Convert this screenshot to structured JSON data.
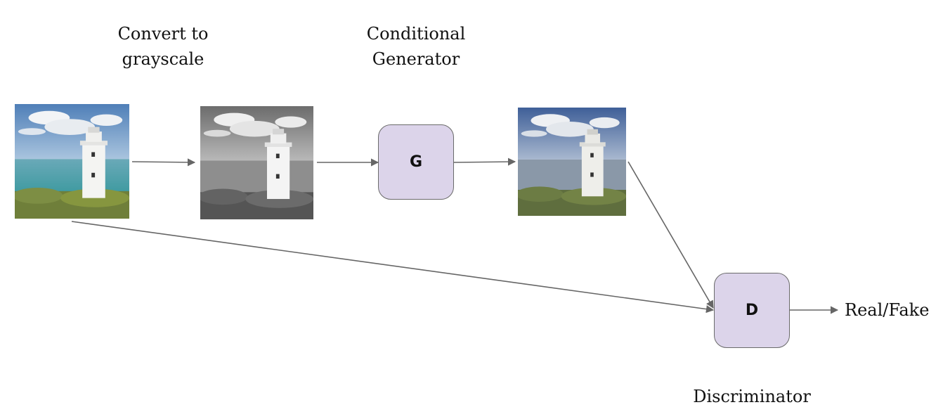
{
  "labels": {
    "grayscale_line1": "Convert to",
    "grayscale_line2": "grayscale",
    "generator_line1": "Conditional",
    "generator_line2": "Generator",
    "discriminator": "Discriminator",
    "output": "Real/Fake"
  },
  "nodes": {
    "generator": "G",
    "discriminator": "D"
  },
  "colors": {
    "node_fill": "#dcd4ea",
    "node_border": "#6a6a6a",
    "arrow": "#666666"
  },
  "icons": {
    "input_image": "lighthouse-color-image",
    "grayscale_image": "lighthouse-grayscale-image",
    "generated_image": "lighthouse-generated-image"
  }
}
